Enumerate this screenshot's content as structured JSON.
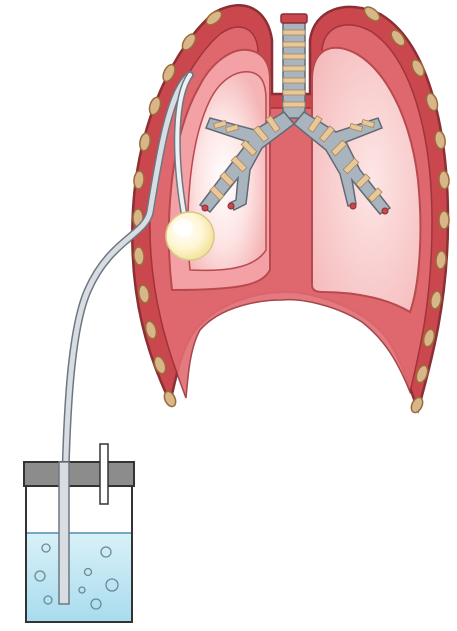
{
  "diagram": {
    "subject": "chest-drain-lung-illustration",
    "parts": [
      "chest-wall",
      "right-lung",
      "left-lung",
      "trachea",
      "bronchi",
      "chest-drain-tube",
      "tube-tip",
      "water-seal-bottle",
      "bottle-stopper",
      "vent-tube",
      "bubbles"
    ],
    "colors": {
      "chest_wall": "#c9474d",
      "chest_wall_outline": "#8a2f33",
      "pleural_space": "#f1a3a6",
      "lung_fill": "#fbd7d6",
      "lung_outline": "#b84a4f",
      "cartilage": "#e8c79a",
      "rib": "#d9b58a",
      "bronchus": "#a9b4bf",
      "tube": "#d7dde3",
      "water": "#bfe6f2",
      "stopper": "#8c8c8c",
      "tip": "#fff4c8"
    }
  }
}
